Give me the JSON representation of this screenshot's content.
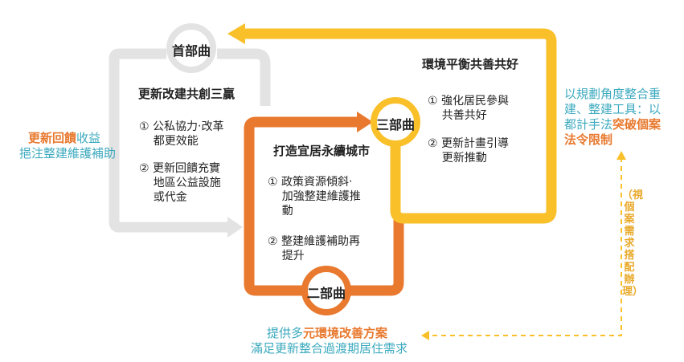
{
  "colors": {
    "gray": "#E3E3E3",
    "orange": "#E8792E",
    "yellow": "#FAC02A",
    "teal": "#3BA9BE"
  },
  "stage1": {
    "node_label": "首部曲",
    "title": "更新改建共創三贏",
    "items": [
      "① 公私協力‧改革\n    都更效能",
      "② 更新回饋充實\n    地區公益設施\n    或代金"
    ]
  },
  "stage2": {
    "node_label": "二部曲",
    "title": "打造宜居永續城市",
    "items": [
      "① 政策資源傾斜‧\n    加強整建維護推\n    動",
      "② 整建維護補助再\n    提升"
    ]
  },
  "stage3": {
    "node_label": "三部曲",
    "title": "環境平衡共善共好",
    "items": [
      "① 強化居民參與\n    共善共好",
      "② 更新計畫引導\n    更新推動"
    ]
  },
  "left_note": {
    "line1_a": "更新回饋",
    "line1_b": "收益",
    "line2": "挹注整建維護補助"
  },
  "right_note": {
    "line1": "以規劃角度整合重",
    "line2": "建、整建工具：以",
    "line3_a": "都計手法",
    "line3_b": "突破個案",
    "line4": "法令限制"
  },
  "dashed_label": "（視個案需求搭配辦理）",
  "bottom_note": {
    "line1_a": "提供多",
    "line1_b": "元環境改善方案",
    "line2": "滿足更新整合過渡期居住需求"
  }
}
